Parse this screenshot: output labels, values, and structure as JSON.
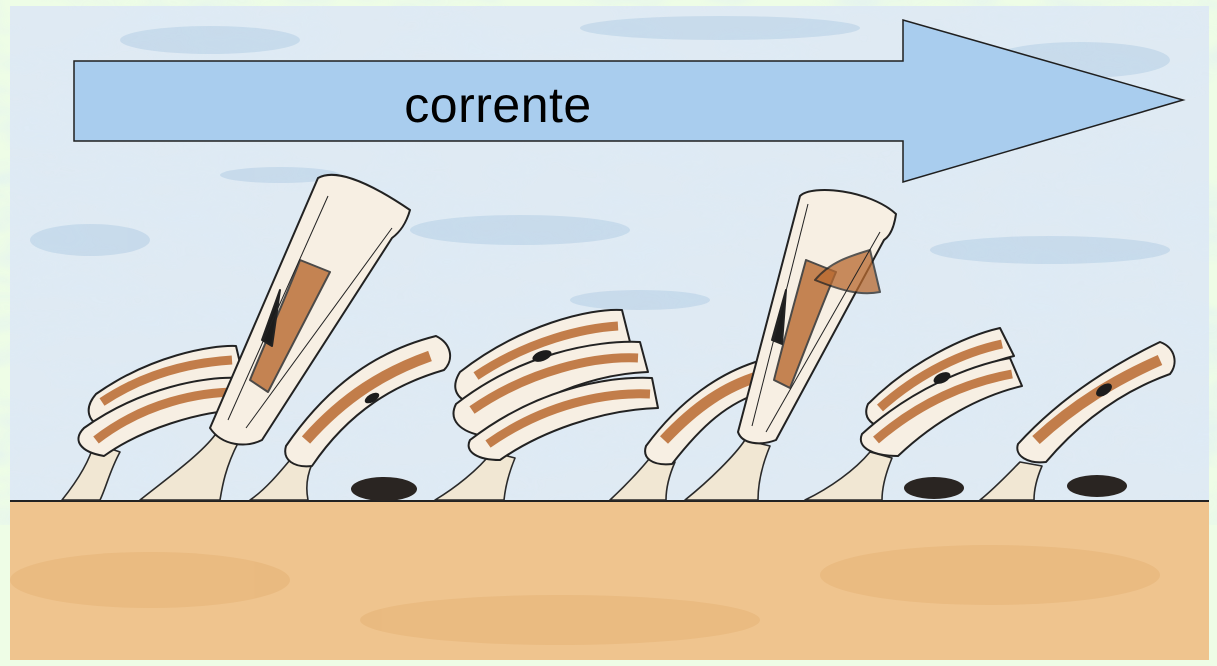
{
  "diagram": {
    "arrow_label": "corrente",
    "colors": {
      "background_border": "#eefde6",
      "water": "#c9dff0",
      "arrow_fill": "#a9cdee",
      "sediment": "#efc48e",
      "body_brown": "#b8692f",
      "stalk": "#f1e7d3",
      "dark_spot": "#2a2522"
    },
    "icons": [
      "flow-arrow",
      "filter-feeder-organism",
      "sediment-pebble"
    ]
  }
}
